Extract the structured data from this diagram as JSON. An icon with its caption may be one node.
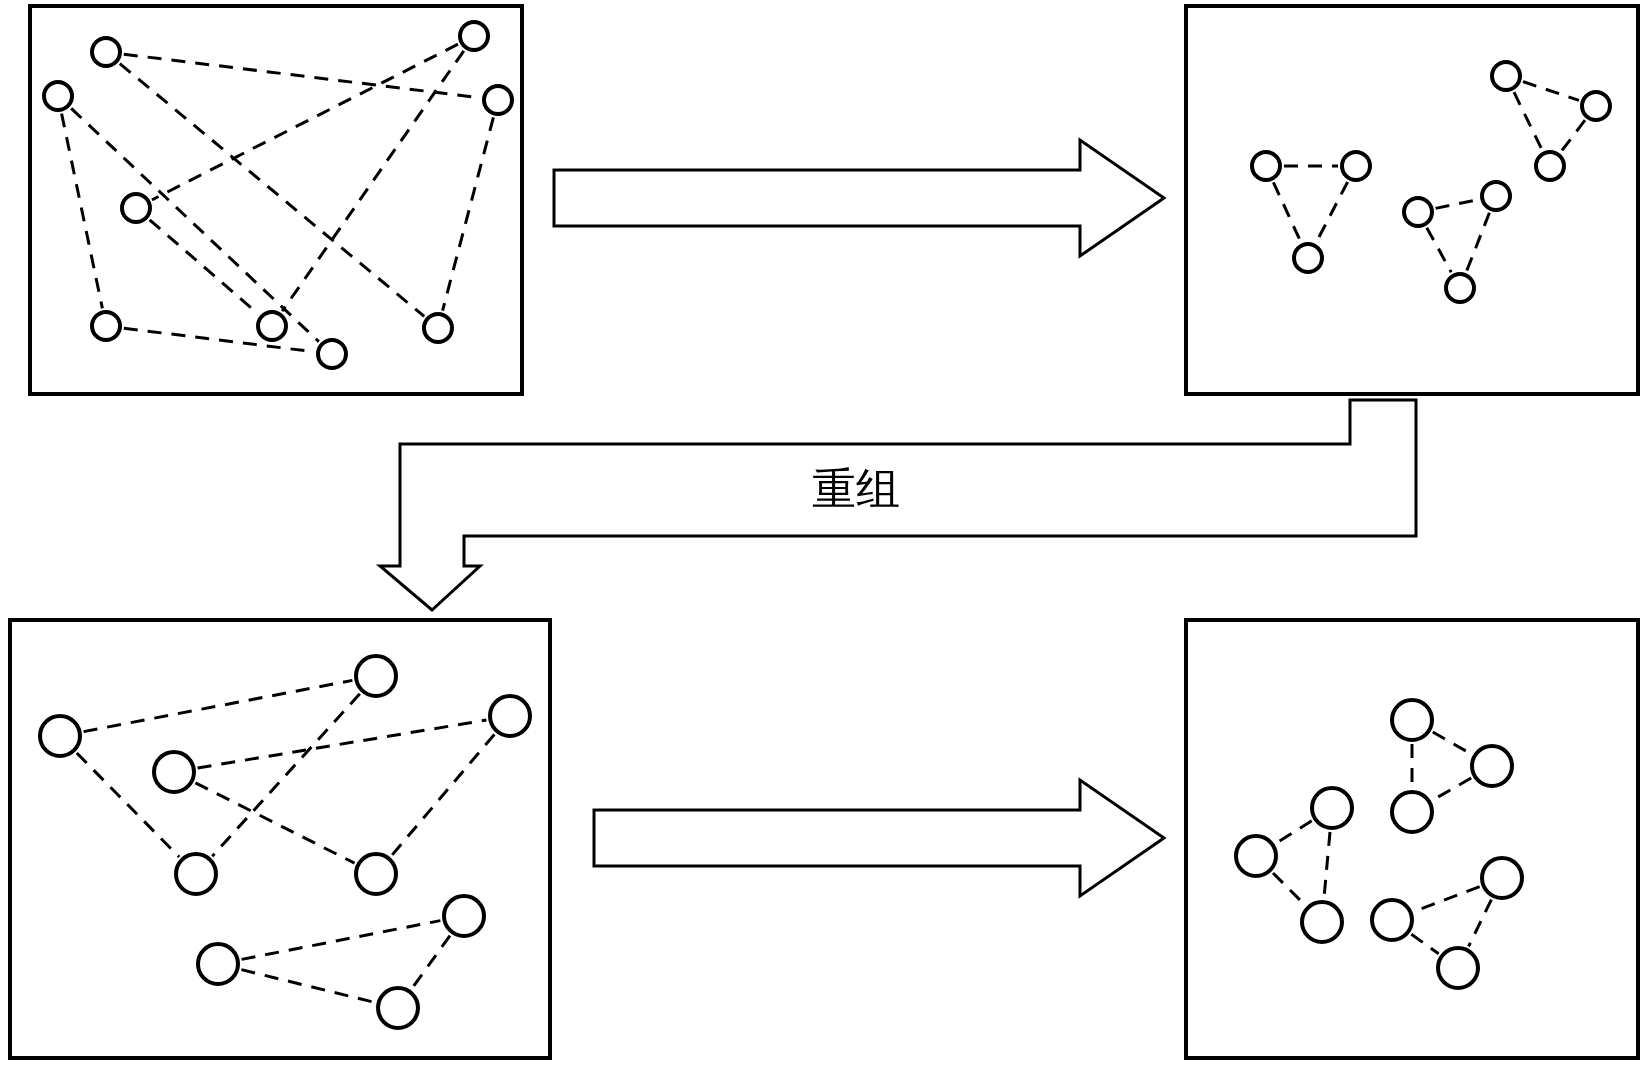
{
  "diagram": {
    "nodes": [
      {
        "text": [],
        "shape": "box"
      },
      {
        "text": [],
        "shape": "circle",
        "in": 0
      },
      {
        "text": [],
        "shape": "circle",
        "in": 0
      },
      {
        "text": [],
        "shape": "circle",
        "in": 0
      },
      {
        "text": [],
        "shape": "circle",
        "in": 0
      },
      {
        "text": [],
        "shape": "circle",
        "in": 0
      },
      {
        "text": [],
        "shape": "circle",
        "in": 0
      },
      {
        "text": [],
        "shape": "circle",
        "in": 0
      },
      {
        "text": [],
        "shape": "circle",
        "in": 0
      },
      {
        "text": [],
        "shape": "circle",
        "in": 0
      },
      {
        "text": [],
        "shape": "box"
      },
      {
        "text": [],
        "shape": "circle",
        "in": 10
      },
      {
        "text": [],
        "shape": "circle",
        "in": 10
      },
      {
        "text": [],
        "shape": "circle",
        "in": 10
      },
      {
        "text": [],
        "shape": "circle",
        "in": 10
      },
      {
        "text": [],
        "shape": "circle",
        "in": 10
      },
      {
        "text": [],
        "shape": "circle",
        "in": 10
      },
      {
        "text": [],
        "shape": "circle",
        "in": 10
      },
      {
        "text": [],
        "shape": "circle",
        "in": 10
      },
      {
        "text": [],
        "shape": "circle",
        "in": 10
      },
      {
        "text": [],
        "shape": "box"
      },
      {
        "text": [],
        "shape": "circle",
        "in": 20
      },
      {
        "text": [],
        "shape": "circle",
        "in": 20
      },
      {
        "text": [],
        "shape": "circle",
        "in": 20
      },
      {
        "text": [],
        "shape": "circle",
        "in": 20
      },
      {
        "text": [],
        "shape": "circle",
        "in": 20
      },
      {
        "text": [],
        "shape": "circle",
        "in": 20
      },
      {
        "text": [],
        "shape": "circle",
        "in": 20
      },
      {
        "text": [],
        "shape": "circle",
        "in": 20
      },
      {
        "text": [],
        "shape": "circle",
        "in": 20
      },
      {
        "text": [],
        "shape": "box"
      },
      {
        "text": [],
        "shape": "circle",
        "in": 30
      },
      {
        "text": [],
        "shape": "circle",
        "in": 30
      },
      {
        "text": [],
        "shape": "circle",
        "in": 30
      },
      {
        "text": [],
        "shape": "circle",
        "in": 30
      },
      {
        "text": [],
        "shape": "circle",
        "in": 30
      },
      {
        "text": [],
        "shape": "circle",
        "in": 30
      },
      {
        "text": [],
        "shape": "circle",
        "in": 30
      },
      {
        "text": [],
        "shape": "circle",
        "in": 30
      },
      {
        "text": [],
        "shape": "circle",
        "in": 30
      }
    ],
    "edges": [
      {
        "from": 0,
        "to": 10,
        "arrow": "to"
      },
      {
        "from": 10,
        "to": 20,
        "arrow": "to",
        "label": "重组"
      },
      {
        "from": 20,
        "to": 30,
        "arrow": "to"
      },
      {
        "from": 1,
        "to": 4,
        "arrow": "none",
        "style": "dashed"
      },
      {
        "from": 1,
        "to": 9,
        "arrow": "none",
        "style": "dashed"
      },
      {
        "from": 4,
        "to": 9,
        "arrow": "none",
        "style": "dashed"
      },
      {
        "from": 2,
        "to": 6,
        "arrow": "none",
        "style": "dashed"
      },
      {
        "from": 2,
        "to": 8,
        "arrow": "none",
        "style": "dashed"
      },
      {
        "from": 6,
        "to": 8,
        "arrow": "none",
        "style": "dashed"
      },
      {
        "from": 3,
        "to": 5,
        "arrow": "none",
        "style": "dashed"
      },
      {
        "from": 3,
        "to": 7,
        "arrow": "none",
        "style": "dashed"
      },
      {
        "from": 5,
        "to": 7,
        "arrow": "none",
        "style": "dashed"
      },
      {
        "from": 11,
        "to": 12,
        "arrow": "none",
        "style": "dashed"
      },
      {
        "from": 11,
        "to": 13,
        "arrow": "none",
        "style": "dashed"
      },
      {
        "from": 12,
        "to": 13,
        "arrow": "none",
        "style": "dashed"
      },
      {
        "from": 14,
        "to": 15,
        "arrow": "none",
        "style": "dashed"
      },
      {
        "from": 14,
        "to": 16,
        "arrow": "none",
        "style": "dashed"
      },
      {
        "from": 15,
        "to": 16,
        "arrow": "none",
        "style": "dashed"
      },
      {
        "from": 17,
        "to": 18,
        "arrow": "none",
        "style": "dashed"
      },
      {
        "from": 17,
        "to": 19,
        "arrow": "none",
        "style": "dashed"
      },
      {
        "from": 18,
        "to": 19,
        "arrow": "none",
        "style": "dashed"
      },
      {
        "from": 21,
        "to": 22,
        "arrow": "none",
        "style": "dashed"
      },
      {
        "from": 21,
        "to": 25,
        "arrow": "none",
        "style": "dashed"
      },
      {
        "from": 22,
        "to": 25,
        "arrow": "none",
        "style": "dashed"
      },
      {
        "from": 23,
        "to": 24,
        "arrow": "none",
        "style": "dashed"
      },
      {
        "from": 23,
        "to": 26,
        "arrow": "none",
        "style": "dashed"
      },
      {
        "from": 24,
        "to": 26,
        "arrow": "none",
        "style": "dashed"
      },
      {
        "from": 27,
        "to": 28,
        "arrow": "none",
        "style": "dashed"
      },
      {
        "from": 27,
        "to": 29,
        "arrow": "none",
        "style": "dashed"
      },
      {
        "from": 28,
        "to": 29,
        "arrow": "none",
        "style": "dashed"
      },
      {
        "from": 31,
        "to": 32,
        "arrow": "none",
        "style": "dashed"
      },
      {
        "from": 31,
        "to": 33,
        "arrow": "none",
        "style": "dashed"
      },
      {
        "from": 32,
        "to": 33,
        "arrow": "none",
        "style": "dashed"
      },
      {
        "from": 34,
        "to": 35,
        "arrow": "none",
        "style": "dashed"
      },
      {
        "from": 34,
        "to": 36,
        "arrow": "none",
        "style": "dashed"
      },
      {
        "from": 35,
        "to": 36,
        "arrow": "none",
        "style": "dashed"
      },
      {
        "from": 37,
        "to": 38,
        "arrow": "none",
        "style": "dashed"
      },
      {
        "from": 37,
        "to": 39,
        "arrow": "none",
        "style": "dashed"
      },
      {
        "from": 38,
        "to": 39,
        "arrow": "none",
        "style": "dashed"
      }
    ]
  }
}
